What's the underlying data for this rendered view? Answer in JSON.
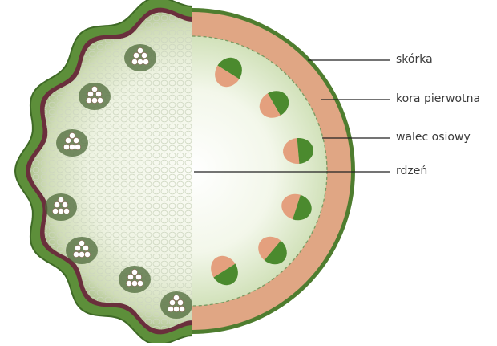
{
  "labels": {
    "epidermis": "skórka",
    "cortex": "kora pierwotna",
    "stele": "walec osiowy",
    "pith": "rdzeń"
  },
  "colors": {
    "outer_ring": "#4e7d2f",
    "cortex": "#e0a684",
    "stele_fill": "#d9e6c4",
    "phloem": "#e4a07e",
    "xylem": "#4b8a2e",
    "leader_line": "#222222",
    "photo_cells": "#f4f7ec",
    "photo_rim": "#6a2f3c"
  }
}
